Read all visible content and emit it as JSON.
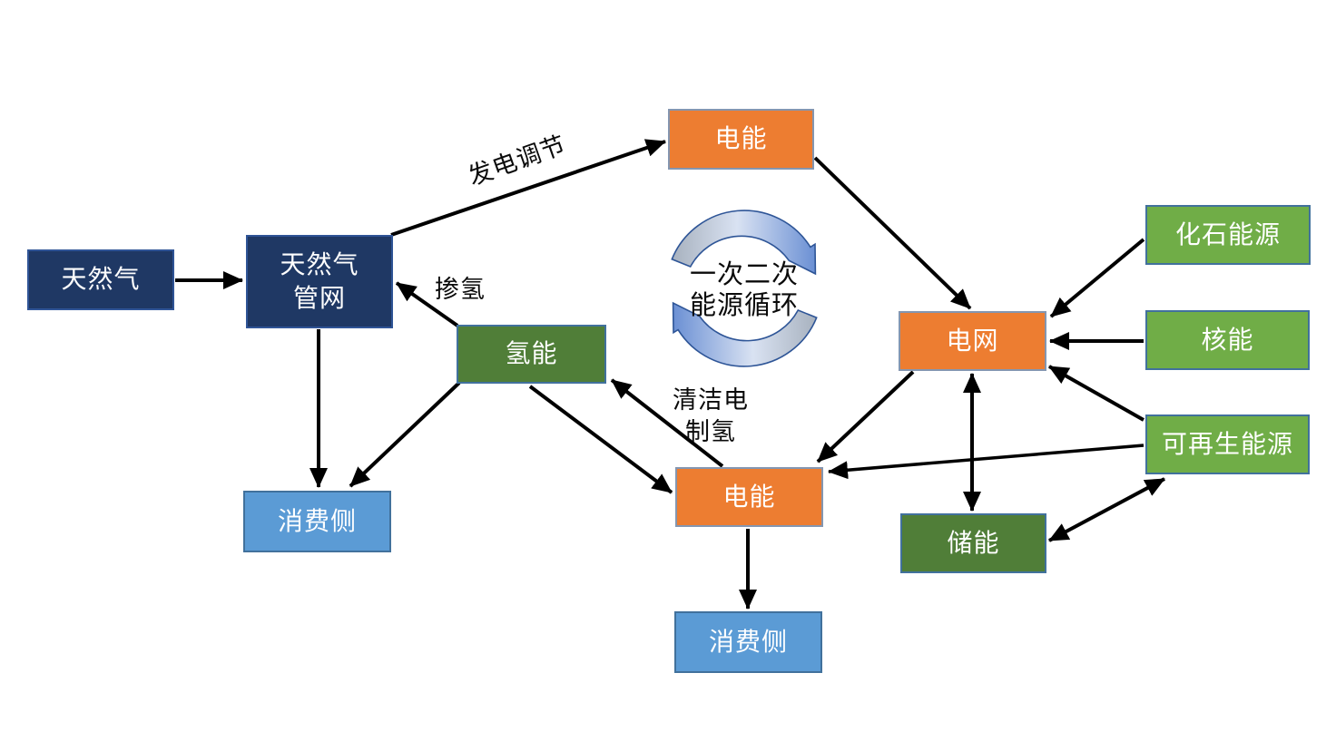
{
  "diagram": {
    "kind": "energy-flow-diagram",
    "background": "#ffffff",
    "center_cycle": {
      "line1": "一次二次",
      "line2": "能源循环"
    }
  },
  "nodes": {
    "natural_gas": {
      "label": "天然气",
      "color": "#1F3864"
    },
    "gas_network": {
      "line1": "天然气",
      "line2": "管网",
      "color": "#1F3864"
    },
    "power_top": {
      "label": "电能",
      "color": "#ED7D31"
    },
    "grid": {
      "label": "电网",
      "color": "#ED7D31"
    },
    "fossil": {
      "label": "化石能源",
      "color": "#70AD47"
    },
    "nuclear": {
      "label": "核能",
      "color": "#70AD47"
    },
    "renewable": {
      "label": "可再生能源",
      "color": "#70AD47"
    },
    "hydrogen": {
      "label": "氢能",
      "color": "#507E38"
    },
    "storage": {
      "label": "储能",
      "color": "#507E38"
    },
    "consumer_left": {
      "label": "消费侧",
      "color": "#5B9BD5"
    },
    "power_mid": {
      "label": "电能",
      "color": "#ED7D31"
    },
    "consumer_bottom": {
      "label": "消费侧",
      "color": "#5B9BD5"
    }
  },
  "edge_labels": {
    "generation_regulation": "发电调节",
    "hydrogen_blending": "掺氢",
    "clean_power_line1": "清洁电",
    "clean_power_line2": "制氢"
  },
  "edges": [
    {
      "from": "natural_gas",
      "to": "gas_network",
      "type": "arrow"
    },
    {
      "from": "gas_network",
      "to": "power_top",
      "type": "arrow",
      "label": "发电调节"
    },
    {
      "from": "hydrogen",
      "to": "gas_network",
      "type": "arrow",
      "label": "掺氢"
    },
    {
      "from": "gas_network",
      "to": "consumer_left",
      "type": "arrow"
    },
    {
      "from": "hydrogen",
      "to": "consumer_left",
      "type": "arrow"
    },
    {
      "from": "hydrogen",
      "to": "power_mid",
      "type": "arrow"
    },
    {
      "from": "power_mid",
      "to": "hydrogen",
      "type": "arrow",
      "label": "清洁电制氢"
    },
    {
      "from": "power_top",
      "to": "grid",
      "type": "arrow"
    },
    {
      "from": "fossil",
      "to": "grid",
      "type": "arrow"
    },
    {
      "from": "nuclear",
      "to": "grid",
      "type": "arrow"
    },
    {
      "from": "renewable",
      "to": "grid",
      "type": "arrow"
    },
    {
      "from": "grid",
      "to": "power_mid",
      "type": "arrow"
    },
    {
      "from": "grid",
      "to": "storage",
      "type": "double-arrow"
    },
    {
      "from": "storage",
      "to": "renewable",
      "type": "double-arrow"
    },
    {
      "from": "renewable",
      "to": "power_mid",
      "type": "arrow"
    },
    {
      "from": "power_mid",
      "to": "consumer_bottom",
      "type": "arrow"
    }
  ],
  "palette": {
    "navy": "#1F3864",
    "orange": "#ED7D31",
    "green": "#70AD47",
    "dark_green": "#507E38",
    "light_blue": "#5B9BD5",
    "arrow_black": "#000000",
    "cycle_blue": "#6B90D4",
    "cycle_gray": "#9FA9B8"
  }
}
